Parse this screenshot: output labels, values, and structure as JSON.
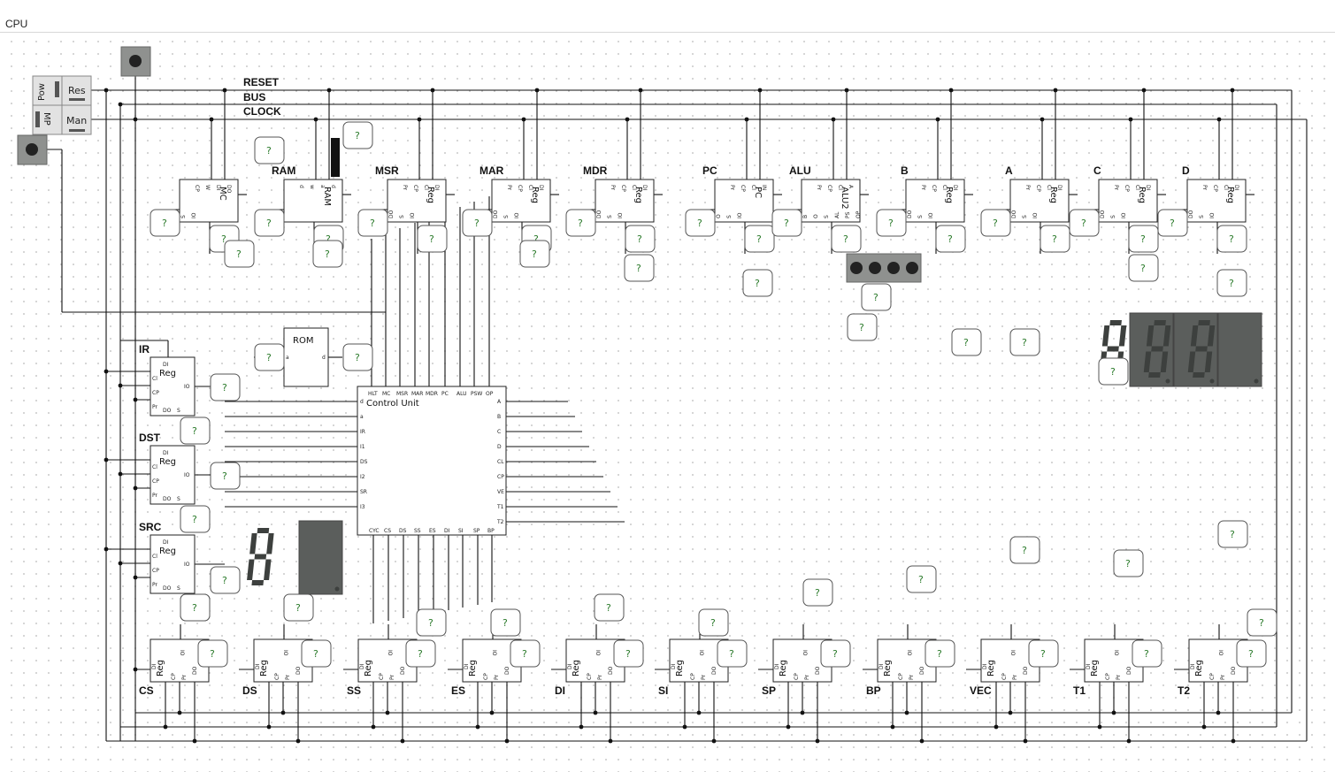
{
  "window": {
    "title": "CPU"
  },
  "bus_labels": {
    "reset": "RESET",
    "bus": "BUS",
    "clock": "CLOCK"
  },
  "switch_panel": {
    "pow": "Pow",
    "res": "Res",
    "mp": "MP",
    "man": "Man"
  },
  "top_registers": [
    {
      "id": "mc",
      "label": "",
      "name": "MC",
      "ports": [
        "CP",
        "W",
        "DI",
        "DO",
        "S",
        "IO"
      ]
    },
    {
      "id": "ram",
      "label": "RAM",
      "name": "RAM",
      "ports": [
        "d",
        "w",
        "a",
        "d"
      ]
    },
    {
      "id": "msr",
      "label": "MSR",
      "name": "Reg",
      "ports": [
        "Pr",
        "CP",
        "Cl",
        "DI",
        "DO",
        "S",
        "IO"
      ]
    },
    {
      "id": "mar",
      "label": "MAR",
      "name": "Reg",
      "ports": [
        "Pr",
        "CP",
        "Cl",
        "DI",
        "DO",
        "S",
        "IO"
      ]
    },
    {
      "id": "mdr",
      "label": "MDR",
      "name": "Reg",
      "ports": [
        "Pr",
        "CP",
        "Cl",
        "DI",
        "DO",
        "S",
        "IO"
      ]
    },
    {
      "id": "pc",
      "label": "PC",
      "name": "PC",
      "ports": [
        "Pr",
        "CP",
        "Cl",
        "IN",
        "O",
        "S",
        "IO"
      ]
    },
    {
      "id": "alu",
      "label": "ALU",
      "name": "ALU2",
      "ports": [
        "Pr",
        "CP",
        "Cl",
        "A",
        "B",
        "O",
        "S",
        "AL",
        "PS",
        "OP"
      ]
    },
    {
      "id": "b",
      "label": "B",
      "name": "Reg",
      "ports": [
        "Pr",
        "CP",
        "Cl",
        "DI",
        "DO",
        "S",
        "IO"
      ]
    },
    {
      "id": "a",
      "label": "A",
      "name": "Reg",
      "ports": [
        "Pr",
        "CP",
        "Cl",
        "DI",
        "DO",
        "S",
        "IO"
      ]
    },
    {
      "id": "c",
      "label": "C",
      "name": "Reg",
      "ports": [
        "Pr",
        "CP",
        "Cl",
        "DI",
        "DO",
        "S",
        "IO"
      ]
    },
    {
      "id": "d",
      "label": "D",
      "name": "Reg",
      "ports": [
        "Pr",
        "CP",
        "Cl",
        "DI",
        "DO",
        "S",
        "IO"
      ]
    }
  ],
  "left_registers": [
    {
      "id": "ir",
      "label": "IR",
      "name": "Reg"
    },
    {
      "id": "dst",
      "label": "DST",
      "name": "Reg"
    },
    {
      "id": "src",
      "label": "SRC",
      "name": "Reg"
    }
  ],
  "bottom_registers": [
    {
      "id": "cs",
      "label": "CS"
    },
    {
      "id": "ds",
      "label": "DS"
    },
    {
      "id": "ss",
      "label": "SS"
    },
    {
      "id": "es",
      "label": "ES"
    },
    {
      "id": "di",
      "label": "DI"
    },
    {
      "id": "si",
      "label": "SI"
    },
    {
      "id": "sp",
      "label": "SP"
    },
    {
      "id": "bp",
      "label": "BP"
    },
    {
      "id": "vec",
      "label": "VEC"
    },
    {
      "id": "t1",
      "label": "T1"
    },
    {
      "id": "t2",
      "label": "T2"
    }
  ],
  "reg_name": "Reg",
  "reg_ports": [
    "DI",
    "Cl",
    "CP",
    "Pr",
    "DO",
    "S",
    "IO"
  ],
  "rom": {
    "name": "ROM",
    "ports": [
      "a",
      "d"
    ]
  },
  "control_unit": {
    "name": "Control Unit",
    "top_ports": [
      "HLT",
      "MC",
      "MSR",
      "MAR",
      "MDR",
      "PC",
      "ALU",
      "PSW",
      "OP"
    ],
    "left_ports": [
      "d",
      "a",
      "IR",
      "I1",
      "DS",
      "I2",
      "SR",
      "I3"
    ],
    "right_ports": [
      "A",
      "B",
      "C",
      "D",
      "CL",
      "CP",
      "VE",
      "T1",
      "T2"
    ],
    "bottom_ports": [
      "CYC",
      "CS",
      "DS",
      "SS",
      "ES",
      "DI",
      "SI",
      "SP",
      "BP"
    ]
  },
  "probe_text": "?",
  "colors": {
    "wire": "#111111",
    "display_bg": "#5b5e5c",
    "segment": "#3d403e",
    "probe_text": "#2a7a2a"
  }
}
